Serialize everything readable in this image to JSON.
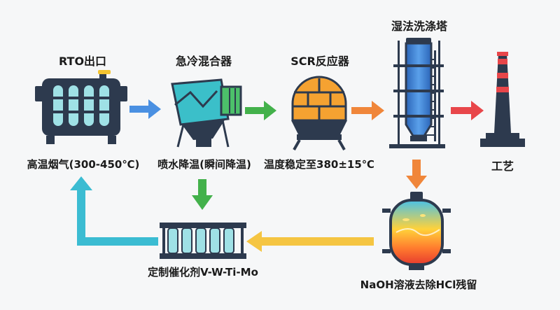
{
  "stages": {
    "rto": {
      "title": "RTO出口",
      "caption": "高温烟气(300-450℃)"
    },
    "mixer": {
      "title": "急冷混合器",
      "caption": "喷水降温(瞬间降温)"
    },
    "scr": {
      "title": "SCR反应器",
      "caption": "温度稳定至380±15℃"
    },
    "tower": {
      "title": "湿法洗涤塔"
    },
    "stack": {
      "caption": "工艺"
    },
    "naoh": {
      "caption": "NaOH溶液去除HCl残留"
    },
    "catalyst": {
      "caption": "定制催化剂V-W-Ti-Mo"
    }
  },
  "icons": {
    "rto": "rto-unit-icon",
    "mixer": "quench-mixer-icon",
    "scr": "scr-reactor-icon",
    "tower": "scrubber-tower-icon",
    "stack": "chimney-icon",
    "naoh": "naoh-tank-icon",
    "catalyst": "catalyst-module-icon"
  },
  "colors": {
    "blue_arrow": "#4a90e2",
    "green_arrow": "#43b14b",
    "orange_arrow": "#f0863a",
    "red_arrow": "#e8464a",
    "yellow_arrow": "#f5c542",
    "teal_arrow": "#3bbcd2"
  }
}
